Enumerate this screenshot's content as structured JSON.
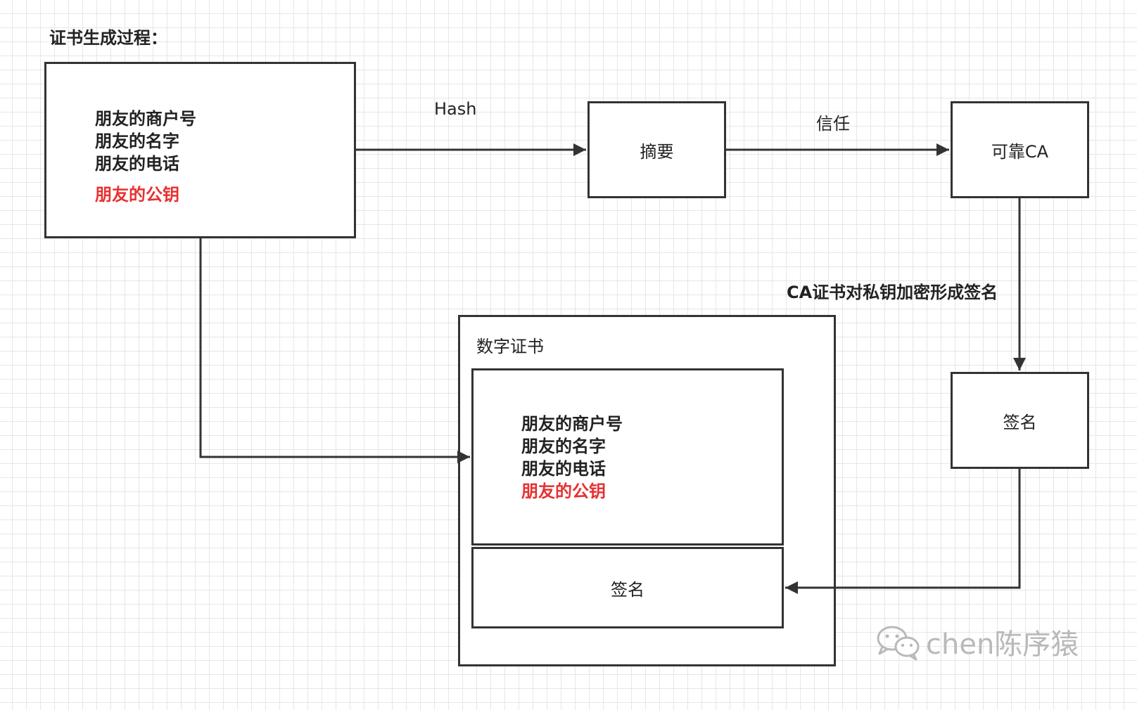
{
  "title": "证书生成过程：",
  "source_box": {
    "lines": [
      "朋友的商户号",
      "朋友的名字",
      "朋友的电话"
    ],
    "highlight": "朋友的公钥"
  },
  "digest_box": {
    "label": "摘要"
  },
  "ca_box": {
    "label": "可靠CA"
  },
  "signature_box": {
    "label": "签名"
  },
  "edges": {
    "hash": "Hash",
    "trust": "信任",
    "encrypt": "CA证书对私钥加密形成签名"
  },
  "certificate": {
    "title": "数字证书",
    "lines": [
      "朋友的商户号",
      "朋友的名字",
      "朋友的电话"
    ],
    "highlight": "朋友的公钥",
    "signature": "签名"
  },
  "watermark": {
    "text": "chen陈序猿",
    "icon": "wechat-icon"
  },
  "colors": {
    "highlight": "#e8302f",
    "stroke": "#333333",
    "grid": "#e6e6e6"
  }
}
